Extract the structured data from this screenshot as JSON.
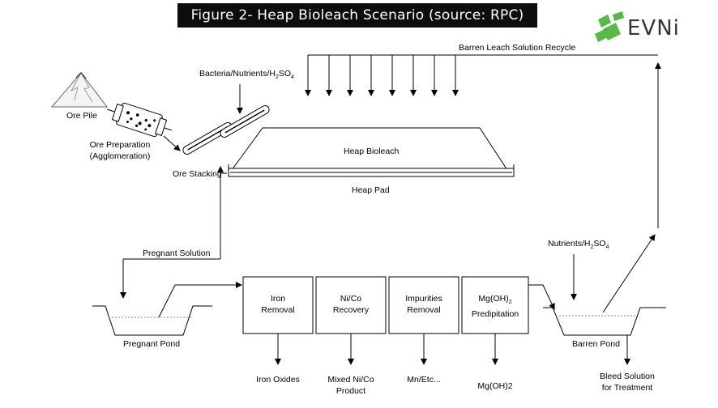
{
  "title": "Figure 2- Heap Bioleach Scenario (source: RPC)",
  "logo": {
    "text": "EVNi",
    "color": "#57b947",
    "icon": "evni-logo-icon"
  },
  "labels": {
    "barren_recycle": "Barren Leach Solution Recycle",
    "bacteria": "Bacteria/Nutrients/H",
    "bacteria_sub": "2",
    "bacteria_tail": "SO",
    "bacteria_sub2": "4",
    "ore_pile": "Ore Pile",
    "ore_prep_1": "Ore Preparation",
    "ore_prep_2": "(Agglomeration)",
    "ore_stacking": "Ore Stacking",
    "heap_bioleach": "Heap Bioleach",
    "heap_pad": "Heap Pad",
    "pregnant_solution": "Pregnant Solution",
    "pregnant_pond": "Pregnant Pond",
    "nutrients": "Nutrients/H",
    "nutrients_sub": "2",
    "nutrients_tail": "SO",
    "nutrients_sub2": "4",
    "barren_pond": "Barren Pond",
    "bleed_1": "Bleed Solution",
    "bleed_2": "for Treatment"
  },
  "process_boxes": [
    {
      "line1": "Iron",
      "line2": "Removal",
      "output": "Iron Oxides"
    },
    {
      "line1": "Ni/Co",
      "line2": "Recovery",
      "output": "Mixed Ni/Co",
      "output2": "Product"
    },
    {
      "line1": "Impurities",
      "line2": "Removal",
      "output": "Mn/Etc..."
    },
    {
      "line1": "Mg(OH)",
      "line1_sub": "2",
      "line2": "Predipitation",
      "output": "Mg(OH)2"
    }
  ]
}
